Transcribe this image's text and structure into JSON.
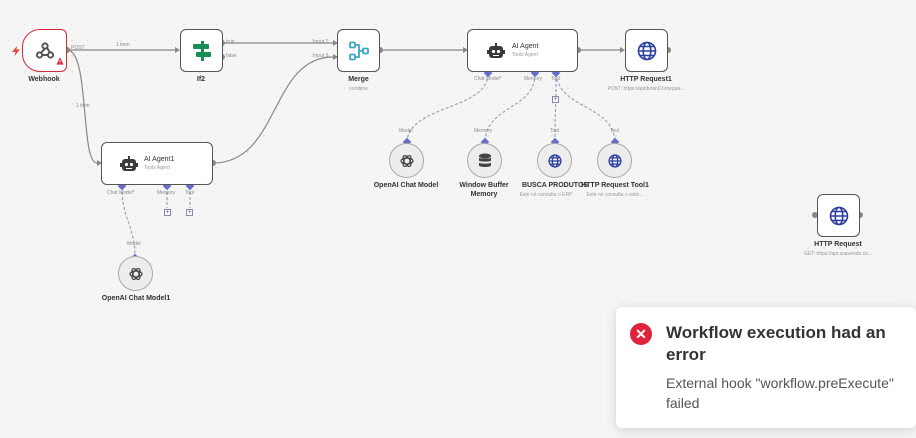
{
  "nodes": {
    "webhook": {
      "label": "Webhook"
    },
    "if2": {
      "label": "If2"
    },
    "merge": {
      "label": "Merge",
      "sub": "combine"
    },
    "ai_agent": {
      "title": "AI Agent",
      "sub": "Tools Agent"
    },
    "http_request1": {
      "label": "HTTP Request1",
      "sub": "POST: https://apiduran01.megaa..."
    },
    "ai_agent1": {
      "title": "AI Agent1",
      "sub": "Tools Agent"
    },
    "openai_chat_model": {
      "label": "OpenAI Chat Model"
    },
    "window_buffer_memory": {
      "label": "Window Buffer Memory"
    },
    "busca_produtos": {
      "label": "BUSCA PRODUTOS",
      "sub": "Este nó consulta o ERP"
    },
    "http_request_tool1": {
      "label": "HTTP Request Tool1",
      "sub": "Este nó consulta o siste..."
    },
    "openai_chat_model1": {
      "label": "OpenAI Chat Model1"
    },
    "http_request": {
      "label": "HTTP Request",
      "sub": "GET: https://api.suavenda.co..."
    }
  },
  "ports": {
    "post": "POST",
    "true": "true",
    "false": "false",
    "input1": "Input 1",
    "input2": "Input 2",
    "chat_model": "Chat Model*",
    "memory": "Memory",
    "tool": "Tool",
    "model": "Model"
  },
  "edges": {
    "item_count_1": "1 item",
    "item_count_2": "1 item"
  },
  "toast": {
    "title": "Workflow execution had an error",
    "message": "External hook \"workflow.preExecute\" failed",
    "icon": "close-circle-icon"
  },
  "colors": {
    "error": "#e0233b",
    "if_green": "#1a8d54",
    "merge_teal": "#3aa7c2",
    "http_blue": "#2a3ea0",
    "webhook_red": "#d6293b"
  }
}
